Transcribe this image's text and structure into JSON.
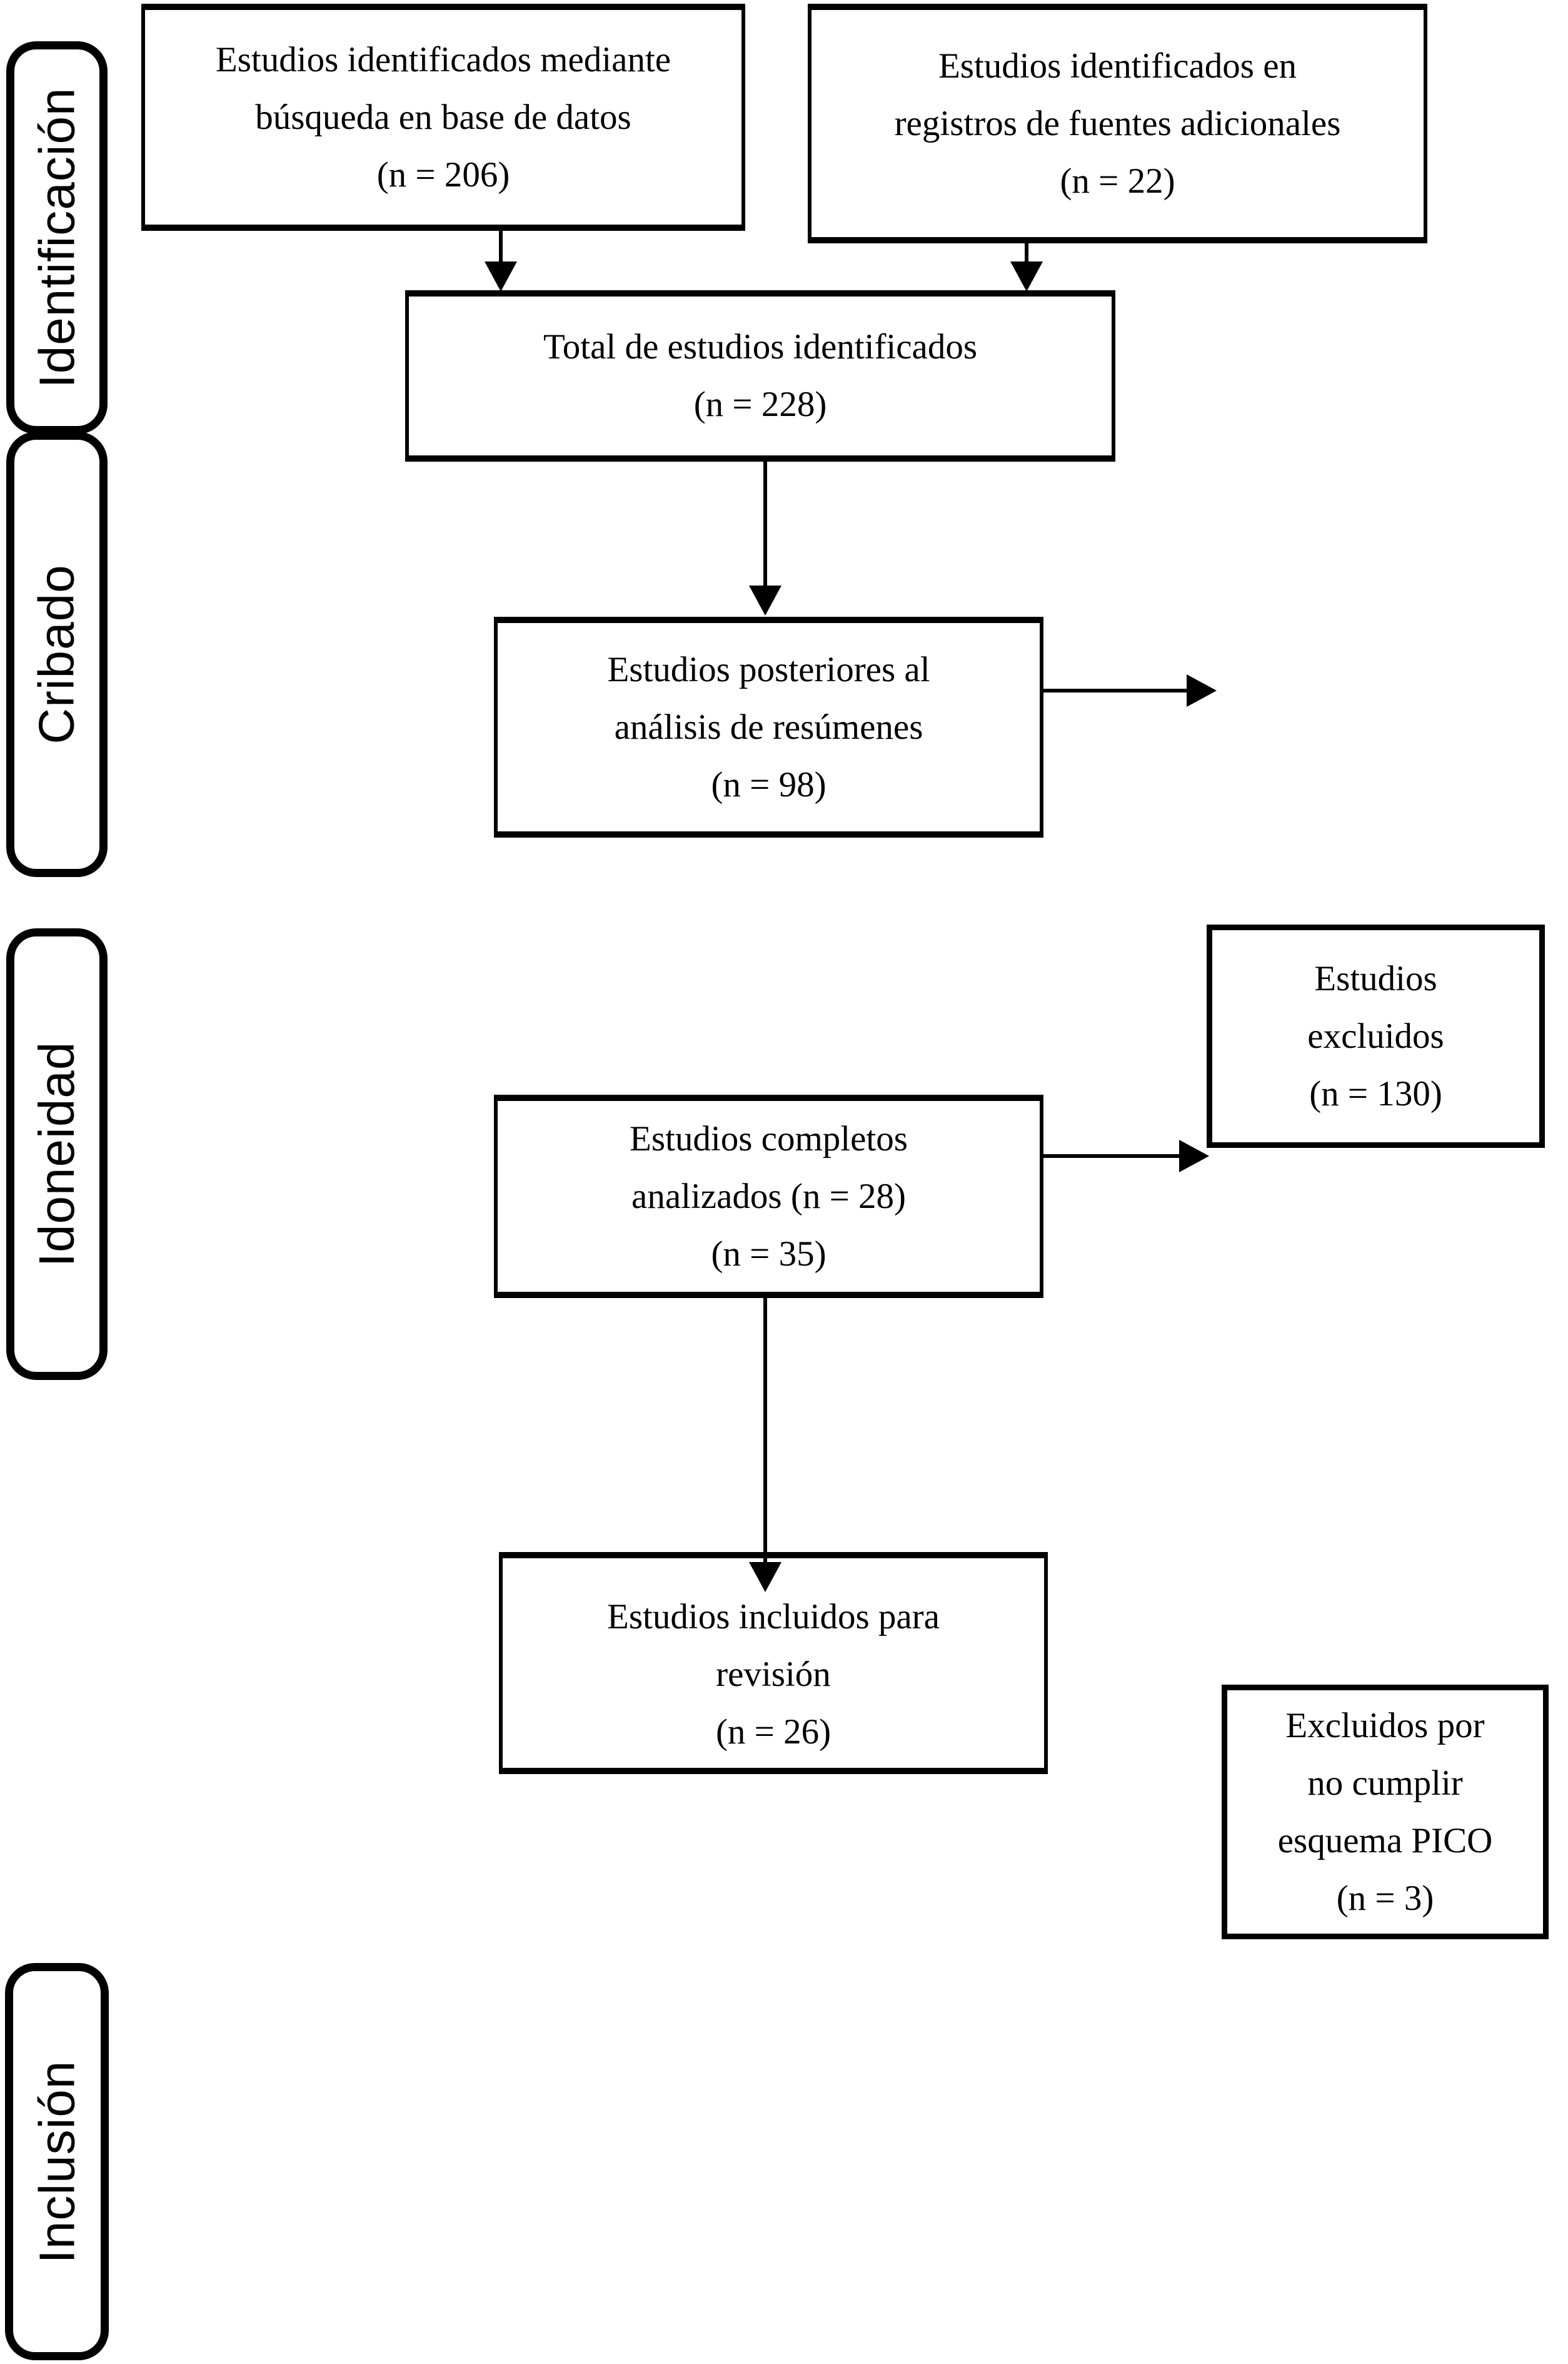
{
  "page": {
    "background": "#ffffff",
    "ink": "#000000",
    "kind": "prisma-flow-diagram"
  },
  "sidebar": {
    "items": [
      {
        "id": "identificacion",
        "label": "Identificación"
      },
      {
        "id": "cribado",
        "label": "Cribado"
      },
      {
        "id": "idoneidad",
        "label": "Idoneidad"
      },
      {
        "id": "inclusion",
        "label": "Inclusión"
      }
    ]
  },
  "boxes": {
    "database": {
      "lines": [
        "Estudios identificados mediante",
        "búsqueda en base de datos",
        "(n = 206)"
      ]
    },
    "additional": {
      "lines": [
        "Estudios identificados en",
        "registros de fuentes adicionales",
        "(n = 22)"
      ]
    },
    "total": {
      "lines": [
        "Total de estudios identificados",
        "(n = 228)"
      ]
    },
    "abstract": {
      "lines": [
        "Estudios posteriores al",
        "análisis de resúmenes",
        "(n = 98)"
      ]
    },
    "excluded": {
      "lines": [
        "Estudios",
        "excluidos",
        "(n = 130)"
      ]
    },
    "fulltext": {
      "lines": [
        "Estudios completos",
        "analizados (n = 28)",
        "(n = 35)"
      ]
    },
    "included": {
      "lines": [
        "Estudios incluidos para",
        "revisión",
        "(n = 26)"
      ]
    },
    "pico": {
      "lines": [
        "Excluidos por",
        "no cumplir",
        "esquema PICO",
        "(n = 3)"
      ]
    }
  }
}
